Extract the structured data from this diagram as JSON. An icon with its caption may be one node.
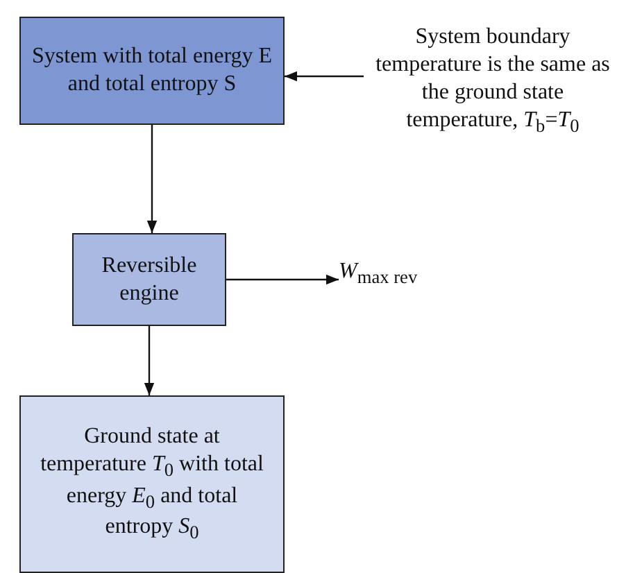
{
  "diagram": {
    "nodes": [
      {
        "text": [
          "System with total energy E and total entropy S"
        ]
      },
      {
        "text": [
          "System boundary temperature is the same as the ground state temperature, *T*$_{b}$=*T*$_{0}$"
        ]
      },
      {
        "text": [
          "Reversible engine"
        ]
      },
      {
        "text": [
          "*W*$_{max rev}$"
        ]
      },
      {
        "text": [
          "Ground state at temperature *T*$_{0}$ with total energy *E*$_{0}$ and total entropy *S*$_{0}$"
        ]
      }
    ],
    "edges": [
      {
        "from": 1,
        "to": 0,
        "arrow": "to"
      },
      {
        "from": 0,
        "to": 2,
        "arrow": "to"
      },
      {
        "from": 2,
        "to": 3,
        "arrow": "to"
      },
      {
        "from": 2,
        "to": 4,
        "arrow": "to"
      }
    ]
  }
}
